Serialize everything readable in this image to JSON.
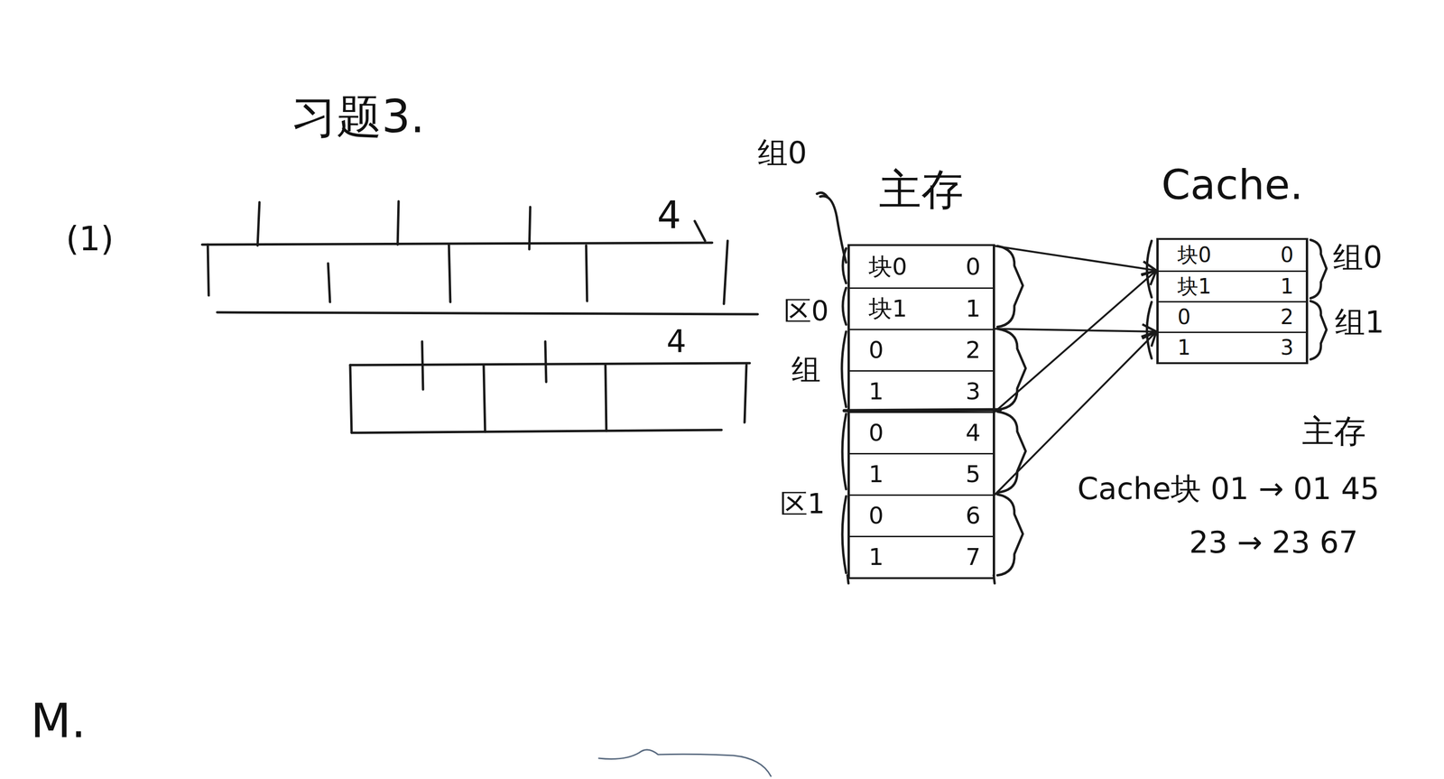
{
  "diagram": {
    "title": "习题3.",
    "nodes": [
      {
        "text": [
          "主存"
        ]
      },
      {
        "text": [
          "块0",
          "0"
        ],
        "in": 0
      },
      {
        "text": [
          "块1",
          "1"
        ],
        "in": 0
      },
      {
        "text": [
          "0",
          "2"
        ],
        "in": 0
      },
      {
        "text": [
          "1",
          "3"
        ],
        "in": 0
      },
      {
        "text": [
          "0",
          "4"
        ],
        "in": 0
      },
      {
        "text": [
          "1",
          "5"
        ],
        "in": 0
      },
      {
        "text": [
          "0",
          "6"
        ],
        "in": 0
      },
      {
        "text": [
          "1",
          "7"
        ],
        "in": 0
      },
      {
        "text": [
          "Cache."
        ]
      },
      {
        "text": [
          "块0",
          "0"
        ],
        "in": 9
      },
      {
        "text": [
          "块1",
          "1"
        ],
        "in": 9
      },
      {
        "text": [
          "0",
          "2"
        ],
        "in": 9
      },
      {
        "text": [
          "1",
          "3"
        ],
        "in": 9
      }
    ],
    "edges": [
      {
        "from": 1,
        "to": 10,
        "arrow": "to"
      },
      {
        "from": 3,
        "to": 12,
        "arrow": "to"
      },
      {
        "from": 5,
        "to": 10,
        "arrow": "to"
      },
      {
        "from": 7,
        "to": 12,
        "arrow": "to"
      }
    ],
    "labels": [
      "(1)",
      "4",
      "4",
      "组0",
      "区0",
      "组",
      "区1",
      "组0",
      "组1",
      "主存",
      "Cache块 01 → 01 45",
      "23 → 23 67",
      "M."
    ]
  }
}
